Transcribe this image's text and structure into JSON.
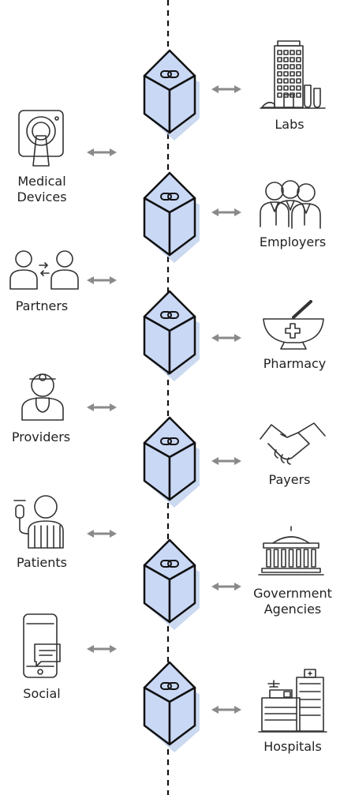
{
  "left_nodes": [
    {
      "id": "medical-devices",
      "label_lines": [
        "Medical",
        "Devices"
      ],
      "icon": "mri-scanner-icon"
    },
    {
      "id": "partners",
      "label_lines": [
        "Partners"
      ],
      "icon": "partners-exchange-icon"
    },
    {
      "id": "providers",
      "label_lines": [
        "Providers"
      ],
      "icon": "doctor-icon"
    },
    {
      "id": "patients",
      "label_lines": [
        "Patients"
      ],
      "icon": "patient-iv-icon"
    },
    {
      "id": "social",
      "label_lines": [
        "Social"
      ],
      "icon": "smartphone-chat-icon"
    }
  ],
  "right_nodes": [
    {
      "id": "labs",
      "label_lines": [
        "Labs"
      ],
      "icon": "lab-building-icon"
    },
    {
      "id": "employers",
      "label_lines": [
        "Employers"
      ],
      "icon": "group-of-people-icon"
    },
    {
      "id": "pharmacy",
      "label_lines": [
        "Pharmacy"
      ],
      "icon": "mortar-pestle-icon"
    },
    {
      "id": "payers",
      "label_lines": [
        "Payers"
      ],
      "icon": "handshake-icon"
    },
    {
      "id": "government-agencies",
      "label_lines": [
        "Government",
        "Agencies"
      ],
      "icon": "government-building-icon"
    },
    {
      "id": "hospitals",
      "label_lines": [
        "Hospitals"
      ],
      "icon": "hospital-icon"
    }
  ],
  "block_count": 6,
  "block_icon": "chain-link-icon",
  "colors": {
    "block_fill": "#c9d8f5",
    "block_shadow": "#a9bfe8",
    "line": "#111111",
    "arrow": "#8a8a8a",
    "icon_stroke": "#333333"
  }
}
